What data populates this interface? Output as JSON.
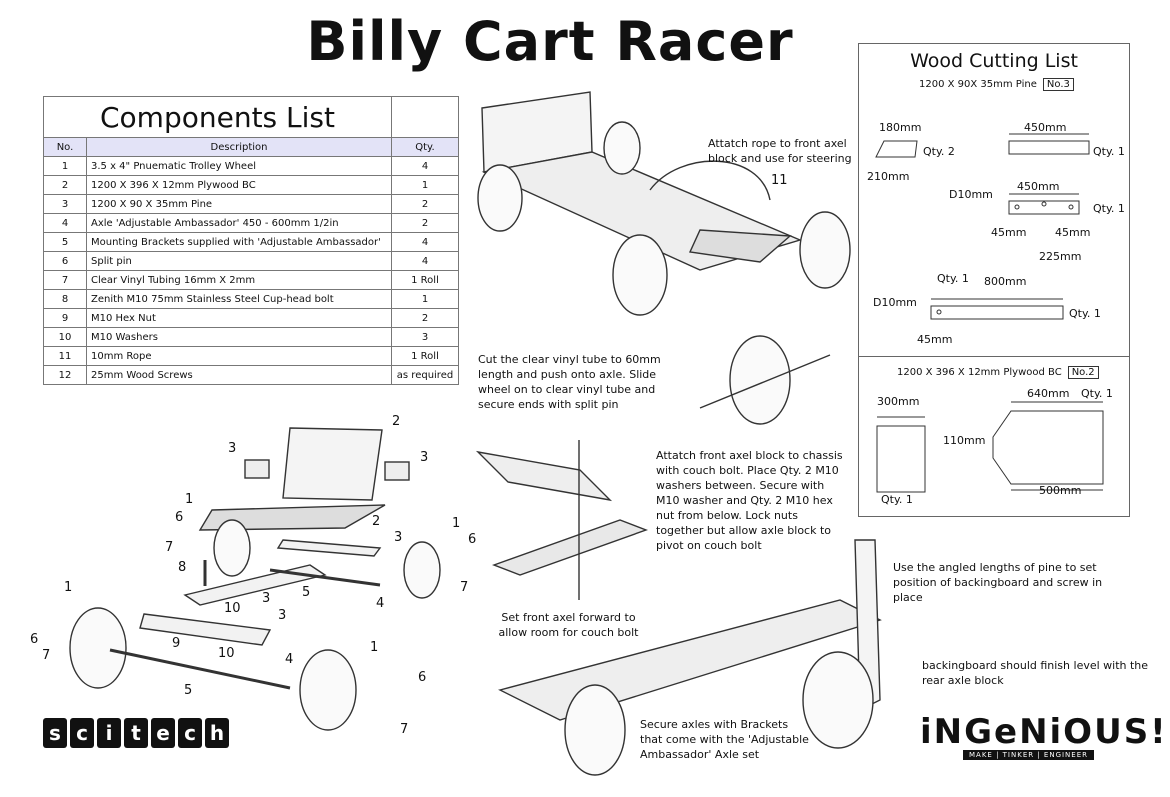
{
  "title": "Billy Cart Racer",
  "components": {
    "title": "Components List",
    "headers": [
      "No.",
      "Description",
      "Qty."
    ],
    "rows": [
      [
        "1",
        "3.5 x 4\" Pnuematic Trolley Wheel",
        "4"
      ],
      [
        "2",
        "1200 X 396 X 12mm Plywood BC",
        "1"
      ],
      [
        "3",
        "1200 X 90 X 35mm Pine",
        "2"
      ],
      [
        "4",
        "Axle 'Adjustable Ambassador' 450 - 600mm 1/2in",
        "2"
      ],
      [
        "5",
        "Mounting Brackets supplied with 'Adjustable Ambassador'",
        "4"
      ],
      [
        "6",
        "Split pin",
        "4"
      ],
      [
        "7",
        "Clear Vinyl Tubing 16mm X 2mm",
        "1 Roll"
      ],
      [
        "8",
        "Zenith M10 75mm Stainless Steel Cup-head bolt",
        "1"
      ],
      [
        "9",
        "M10 Hex Nut",
        "2"
      ],
      [
        "10",
        "M10 Washers",
        "3"
      ],
      [
        "11",
        "10mm Rope",
        "1 Roll"
      ],
      [
        "12",
        "25mm Wood Screws",
        "as required"
      ]
    ]
  },
  "wood": {
    "title": "Wood Cutting List",
    "pine_spec": "1200 X 90X 35mm Pine",
    "pine_no": "No.3",
    "ply_spec": "1200 X 396 X 12mm Plywood BC",
    "ply_no": "No.2",
    "labels": {
      "a180": "180mm",
      "a210": "210mm",
      "qty2": "Qty. 2",
      "b450": "450mm",
      "qty1a": "Qty. 1",
      "c450": "450mm",
      "d10a": "D10mm",
      "qty1b": "Qty. 1",
      "c45l": "45mm",
      "c45r": "45mm",
      "c225": "225mm",
      "qty1c": "Qty. 1",
      "e800": "800mm",
      "d10b": "D10mm",
      "qty1d": "Qty. 1",
      "e45": "45mm",
      "p300": "300mm",
      "p110": "110mm",
      "qty1e": "Qty. 1",
      "p640": "640mm",
      "qty1f": "Qty. 1",
      "p500": "500mm"
    }
  },
  "notes": {
    "rope": "Attatch rope to front axel block and use for steering",
    "rope_num": "11",
    "vinyl": "Cut the clear vinyl tube to 60mm length and push onto axle. Slide wheel on to clear vinyl tube and secure ends with split pin",
    "block": "Attatch front axel block to chassis with couch bolt. Place Qty. 2 M10 washers between. Secure with M10 washer and Qty. 2 M10 hex nut from below. Lock nuts together but allow axle block to pivot on couch bolt",
    "angled": "Use the angled lengths of pine to set position of backingboard and screw in place",
    "forward": "Set front axel forward to allow room for couch bolt",
    "level": "backingboard should finish level with the rear axle block",
    "brackets": "Secure axles with Brackets that come with the 'Adjustable Ambassador' Axle set"
  },
  "part_numbers": [
    "2",
    "3",
    "3",
    "1",
    "6",
    "2",
    "3",
    "1",
    "6",
    "7",
    "8",
    "10",
    "3",
    "5",
    "4",
    "7",
    "1",
    "6",
    "7",
    "3",
    "9",
    "10",
    "4",
    "5",
    "1",
    "6",
    "7"
  ],
  "brands": {
    "scitech": [
      "s",
      "c",
      "i",
      "t",
      "e",
      "c",
      "h"
    ],
    "ingenious": "iNGeNiOUS!",
    "ingenious_tag": "MAKE | TINKER | ENGINEER"
  }
}
